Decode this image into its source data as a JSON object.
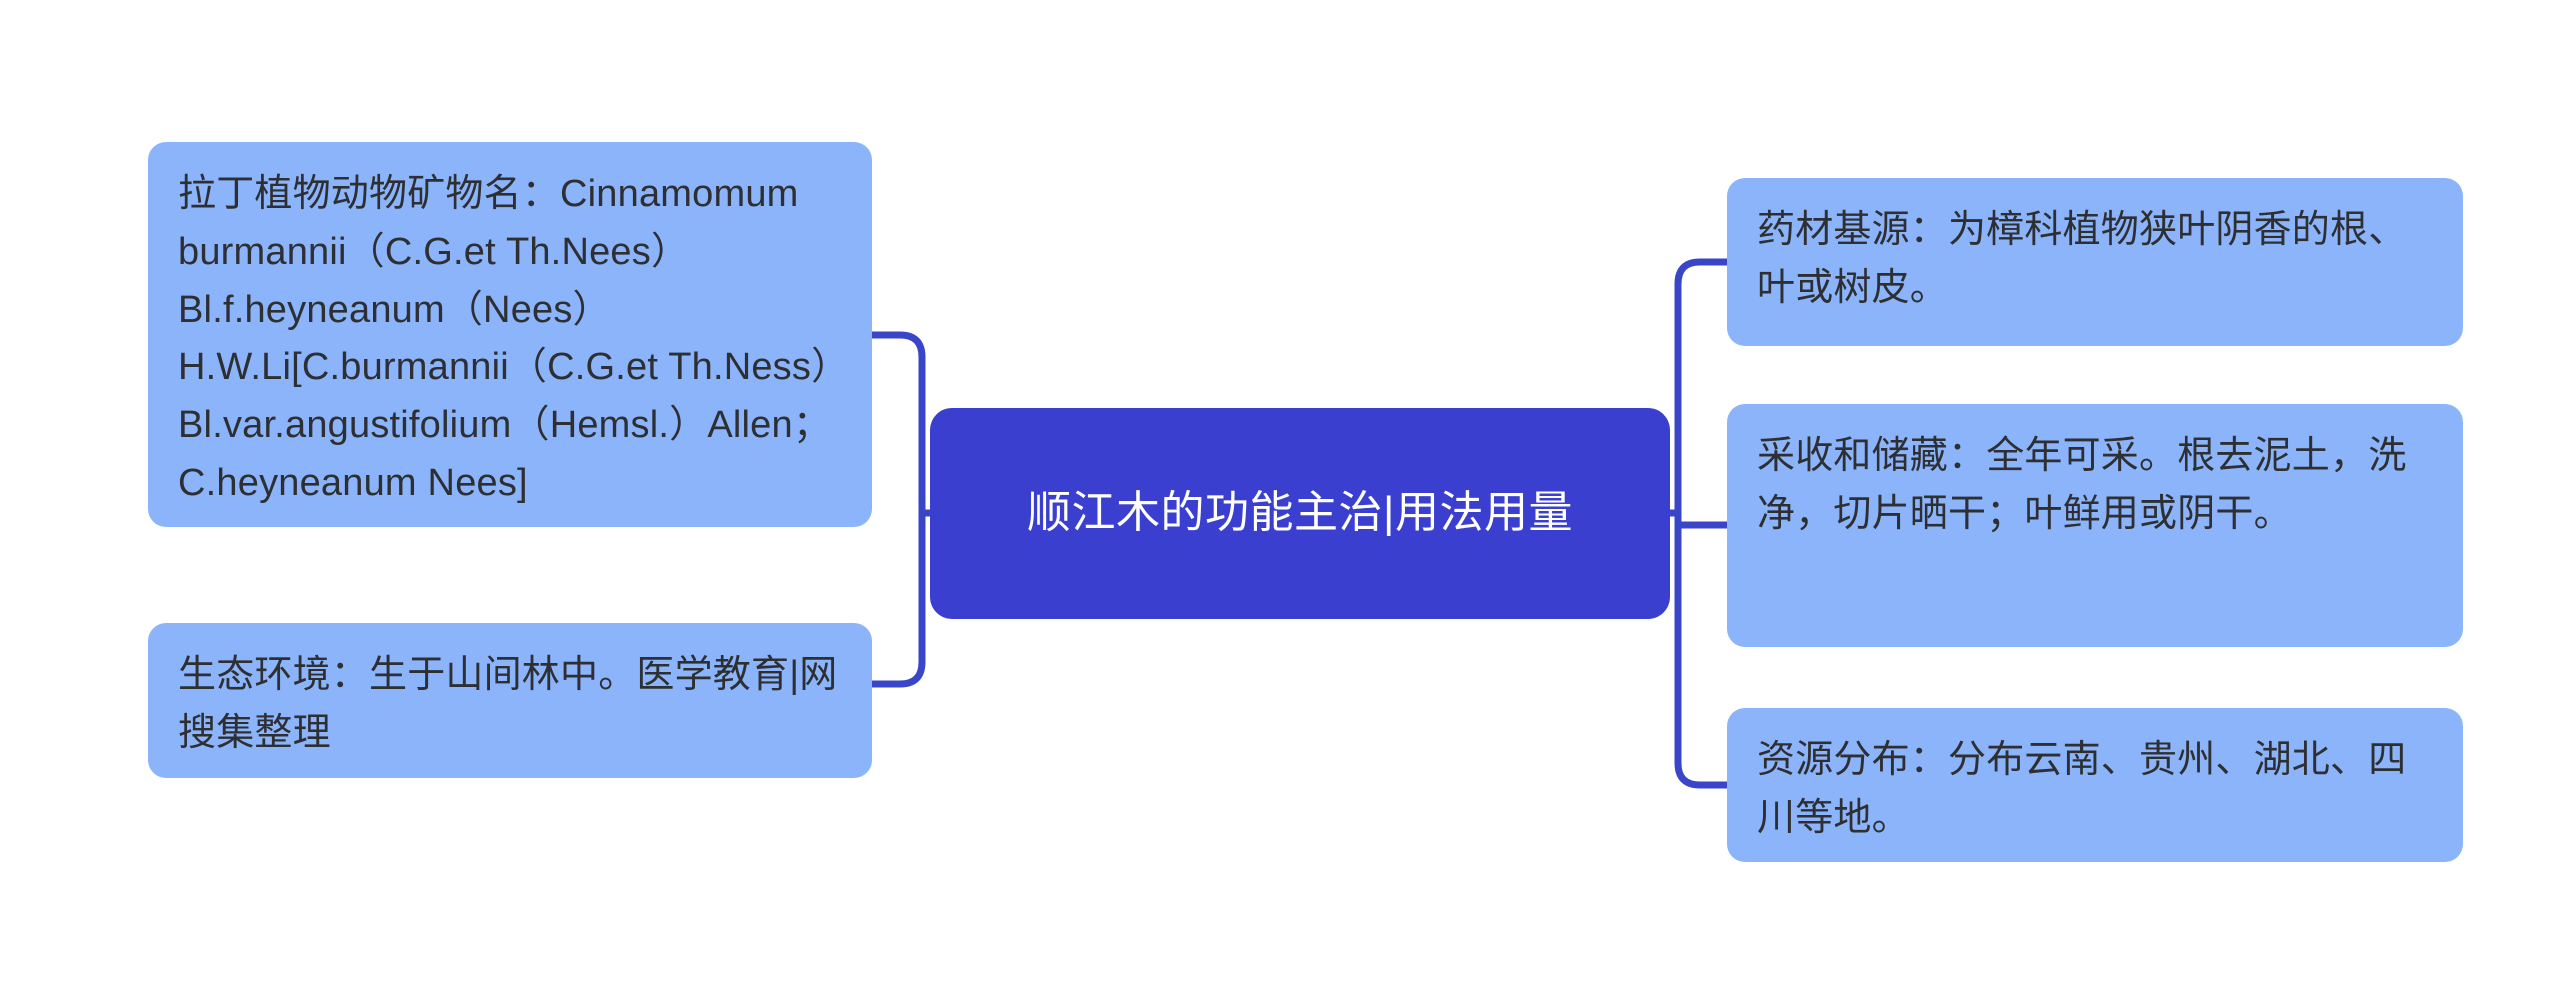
{
  "diagram": {
    "type": "mindmap",
    "background_color": "#FFFFFF",
    "root": {
      "id": "root-topic",
      "label": "顺江木的功能主治|用法用量",
      "fill_color": "#3B3FD0",
      "text_color": "#FFFFFF"
    },
    "edge_color": "#3A46C8",
    "branch_fill_color": "#8CB4FB",
    "branch_text_color": "#2D2F33",
    "left_branches": [
      {
        "id": "latin-name",
        "label": "拉丁植物动物矿物名：Cinnamomum burmannii（C.G.et Th.Nees）Bl.f.heyneanum（Nees）H.W.Li[C.burmannii（C.G.et Th.Ness）Bl.var.angustifolium（Hemsl.）Allen；C.heyneanum Nees]"
      },
      {
        "id": "ecology",
        "label": "生态环境：生于山间林中。医学教育|网搜集整理"
      }
    ],
    "right_branches": [
      {
        "id": "source",
        "label": "药材基源：为樟科植物狭叶阴香的根、叶或树皮。"
      },
      {
        "id": "harvest",
        "label": "采收和储藏：全年可采。根去泥土，洗净，切片晒干；叶鲜用或阴干。"
      },
      {
        "id": "distribution",
        "label": "资源分布：分布云南、贵州、湖北、四川等地。"
      }
    ]
  }
}
